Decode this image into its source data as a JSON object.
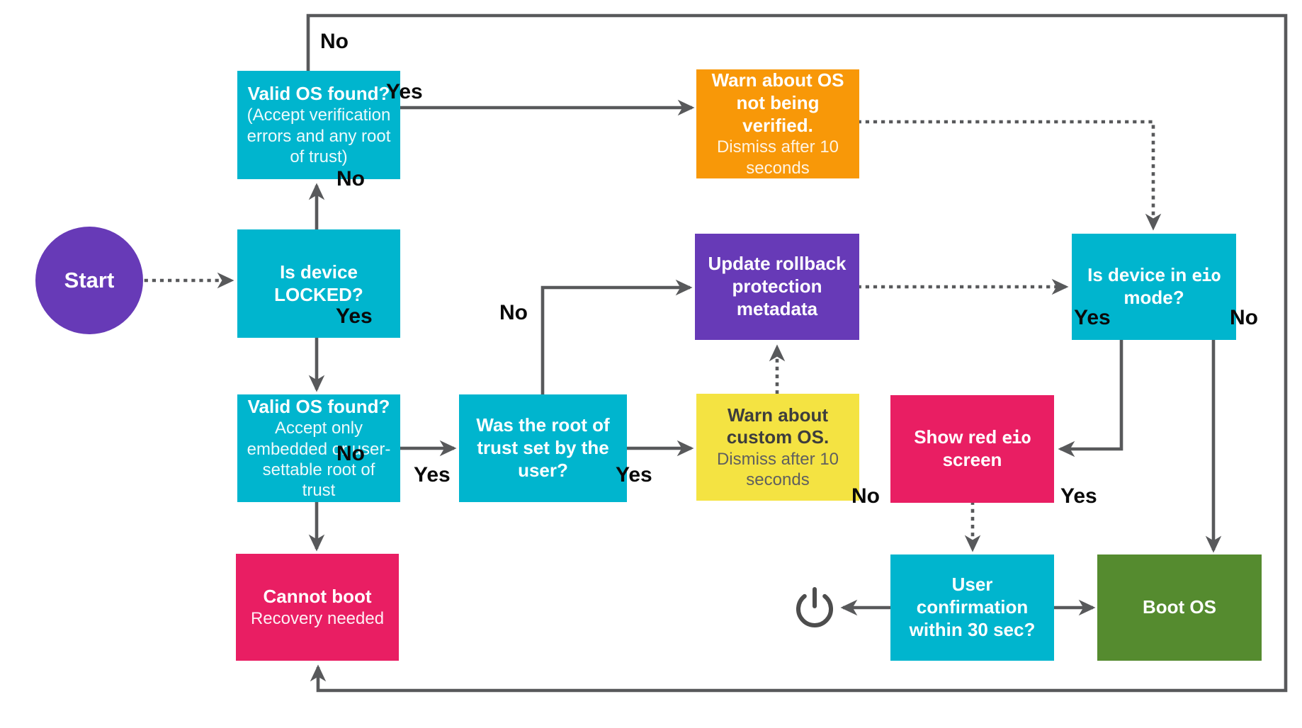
{
  "nodes": {
    "start": {
      "label": "Start",
      "color": "#673AB7"
    },
    "valid_os_any": {
      "title": "Valid OS found?",
      "subtitle": "(Accept verification errors and any root of trust)",
      "color": "#00B5CE"
    },
    "warn_not_verified": {
      "title": "Warn about OS not being verified.",
      "subtitle": "Dismiss after 10 seconds",
      "color": "#F89808"
    },
    "is_locked": {
      "title": "Is device LOCKED?",
      "color": "#00B5CE"
    },
    "update_rollback": {
      "title": "Update rollback protection metadata",
      "color": "#673AB7"
    },
    "eio_mode": {
      "pre": "Is device in ",
      "code": "eio",
      "post": " mode?",
      "color": "#00B5CE"
    },
    "valid_os_embedded": {
      "title": "Valid OS found?",
      "subtitle": "Accept only embedded or user-settable root of trust",
      "color": "#00B5CE"
    },
    "root_of_trust_user": {
      "title": "Was the root of trust set by the user?",
      "color": "#00B5CE"
    },
    "warn_custom": {
      "title": "Warn about custom OS.",
      "subtitle": "Dismiss after 10 seconds",
      "color": "#F4E342"
    },
    "show_red_eio": {
      "pre": "Show red ",
      "code": "eio",
      "post": " screen",
      "color": "#E91E63"
    },
    "cannot_boot": {
      "title": "Cannot boot",
      "subtitle": "Recovery needed",
      "color": "#E91E63"
    },
    "user_confirmation": {
      "title": "User confirmation within 30 sec?",
      "color": "#00B5CE"
    },
    "boot_os": {
      "title": "Boot OS",
      "color": "#558B2F"
    }
  },
  "edge_labels": {
    "top_loop_no": "No",
    "valid_any_yes": "Yes",
    "locked_no": "No",
    "locked_yes": "Yes",
    "valid_emb_no": "No",
    "valid_emb_yes": "Yes",
    "root_user_no": "No",
    "root_user_yes": "Yes",
    "eio_yes": "Yes",
    "eio_no": "No",
    "confirm_no": "No",
    "confirm_yes": "Yes"
  },
  "icons": {
    "power": "power-icon"
  },
  "colors": {
    "arrow": "#58595B",
    "label": "#0A0A0A",
    "background": "#FFFFFF"
  }
}
